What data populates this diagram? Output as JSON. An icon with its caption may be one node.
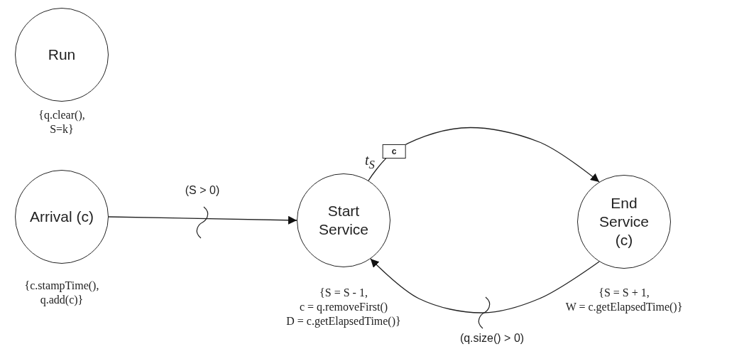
{
  "diagram": {
    "nodes": [
      {
        "text": [
          "Run"
        ],
        "beside": [
          "{q.clear(), S=k}"
        ]
      },
      {
        "text": [
          "Arrival (c)"
        ],
        "beside": [
          "{c.stampTime(), q.add(c)}"
        ]
      },
      {
        "text": [
          "Start Service"
        ],
        "beside": [
          "{S = S - 1, c = q.removeFirst() D = c.getElapsedTime()}"
        ]
      },
      {
        "text": [
          "End Service (c)"
        ],
        "beside": [
          "{S = S + 1, W = c.getElapsedTime()}"
        ]
      }
    ],
    "edges": [
      {
        "from": 1,
        "to": 2,
        "arrow": "to",
        "label": "(S > 0)"
      },
      {
        "from": 2,
        "to": 3,
        "arrow": "to",
        "label": "c"
      },
      {
        "from": 3,
        "to": 2,
        "arrow": "to",
        "label": "(q.size() > 0)"
      }
    ],
    "labels": [
      "t$_{S}$"
    ]
  }
}
